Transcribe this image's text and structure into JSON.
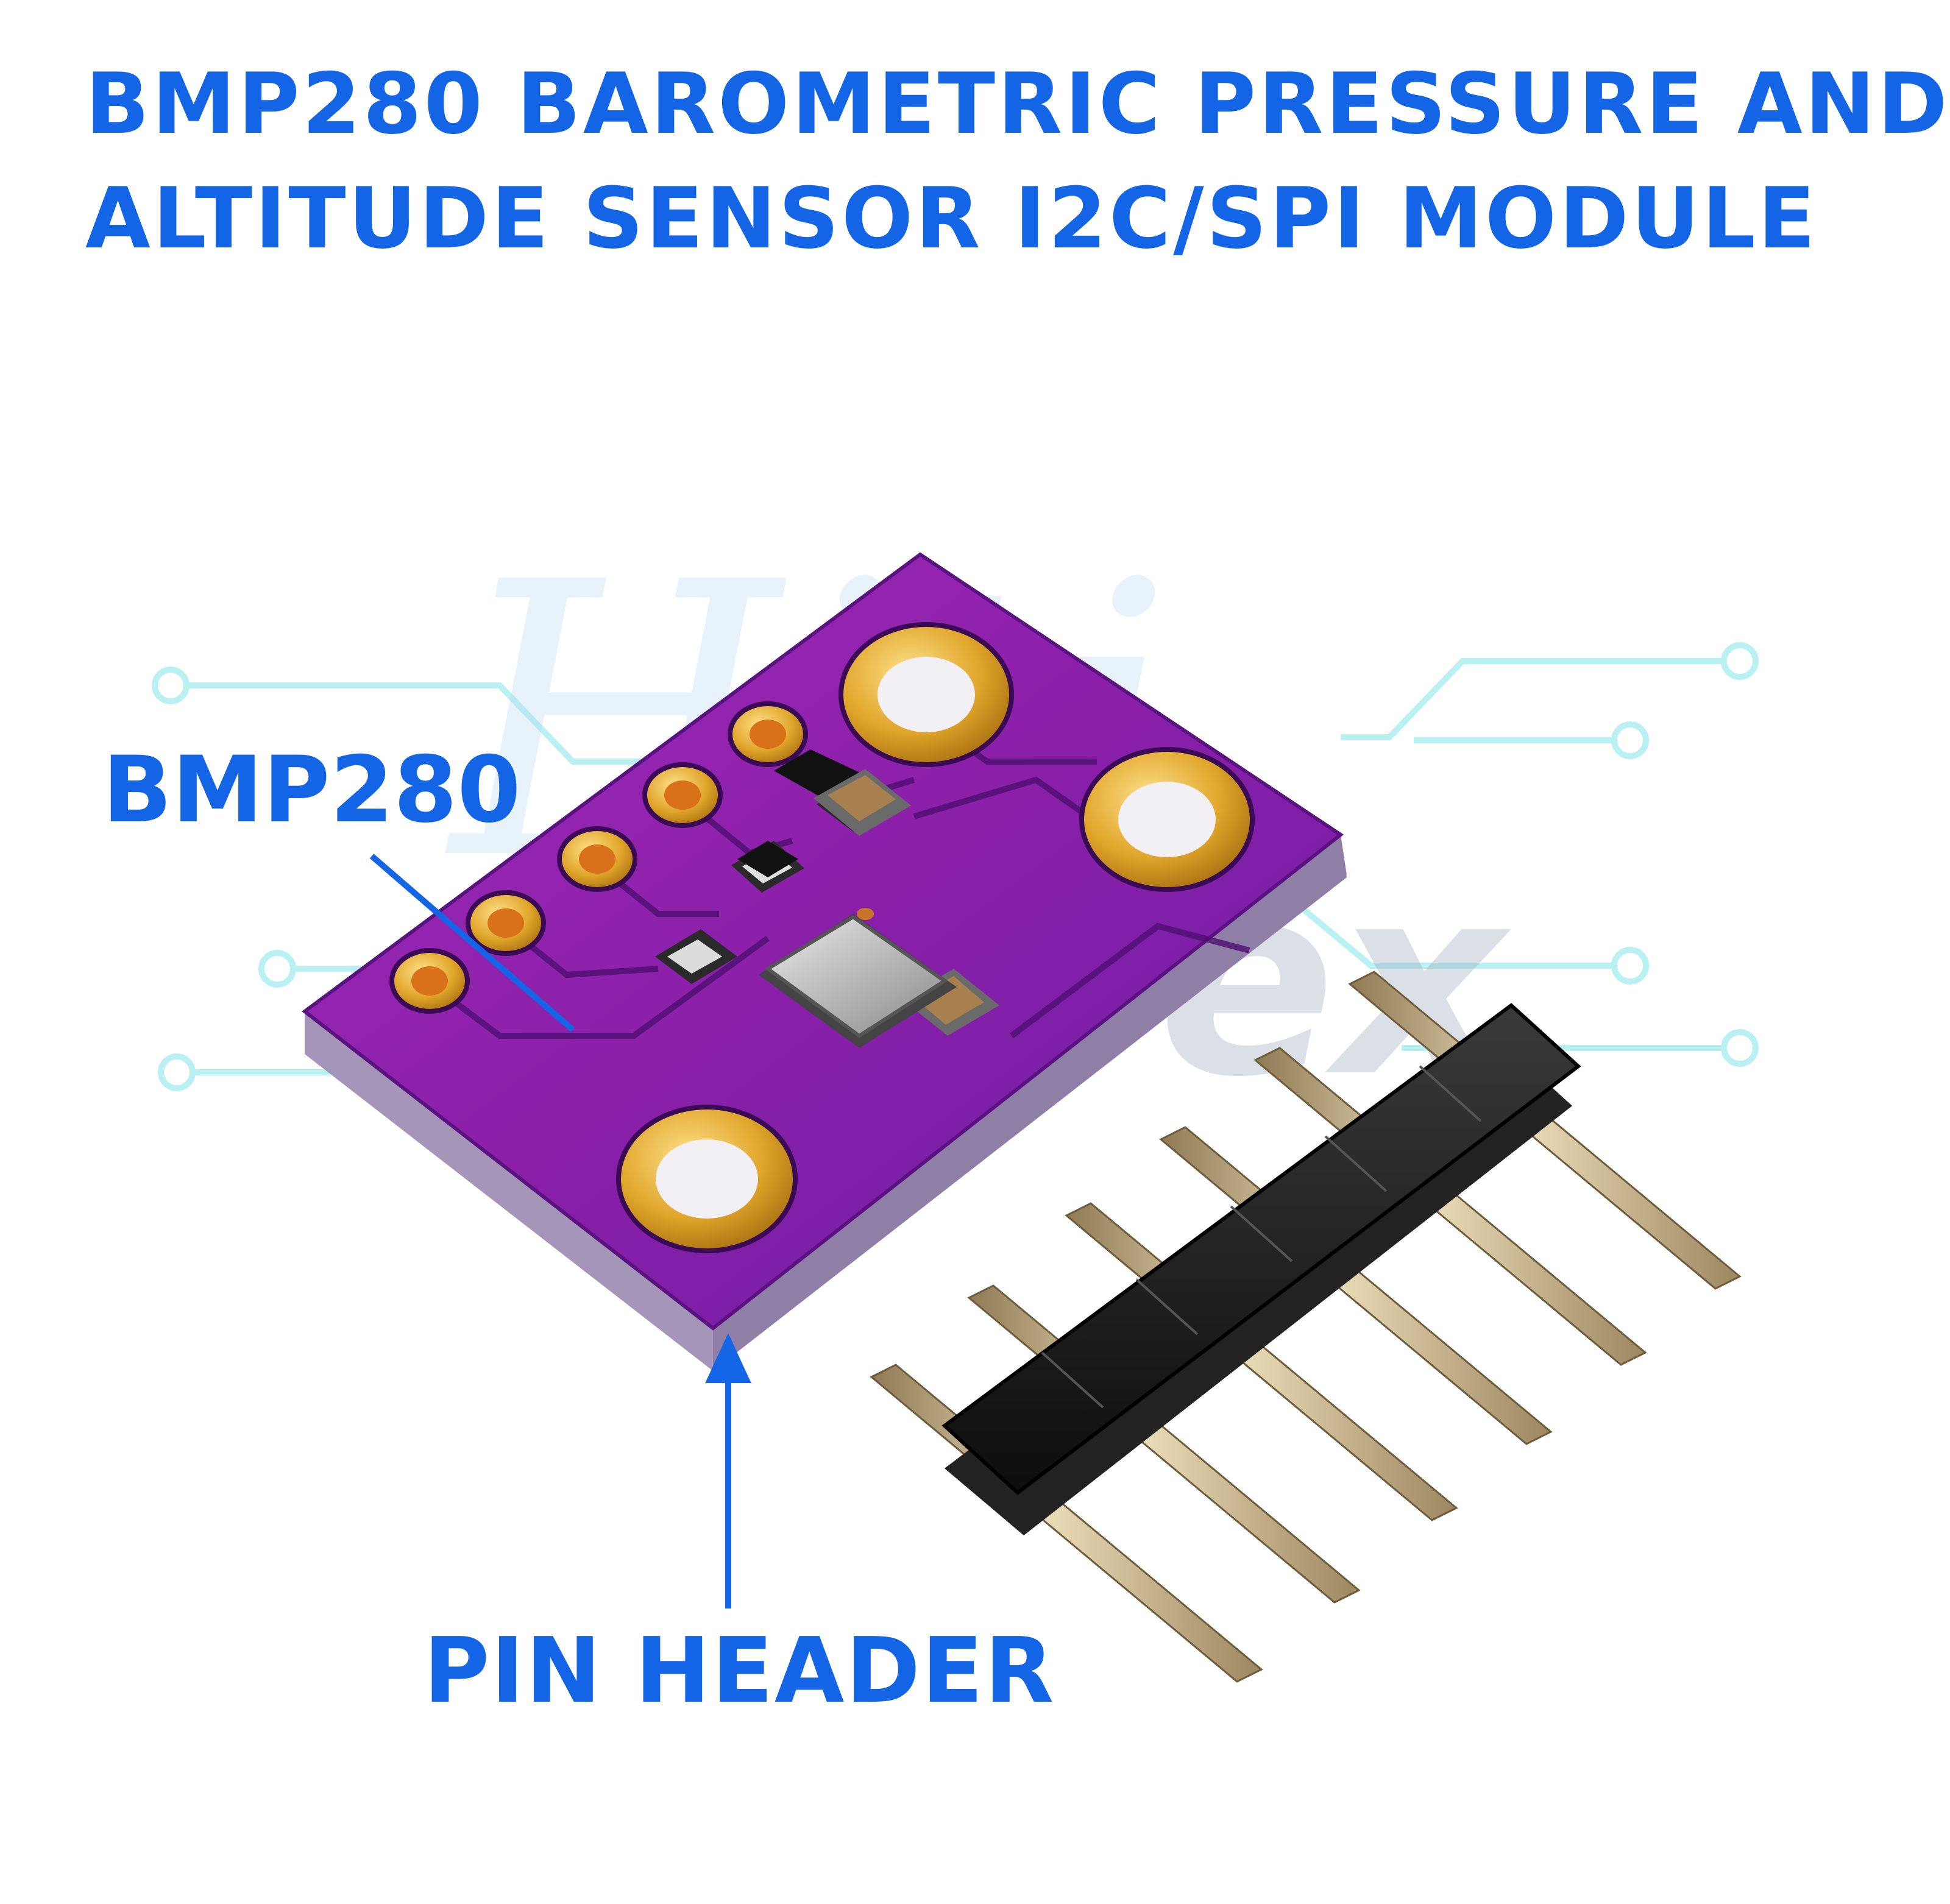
{
  "title": {
    "line1": "BMP280 BAROMETRIC PRESSURE AND",
    "line2": "ALTITUDE SENSOR I2C/SPI MODULE"
  },
  "callouts": {
    "chip": "BMP280",
    "pin_header": "PIN HEADER"
  },
  "watermark": "Hiletex",
  "colors": {
    "accent_blue": "#1464e6",
    "pcb_purple": "#8a1fa8",
    "gold": "#e0a52a",
    "header_black": "#1a1a1a",
    "pin_metal": "#c9b48a",
    "circuit_cyan": "#b9f0f2"
  }
}
